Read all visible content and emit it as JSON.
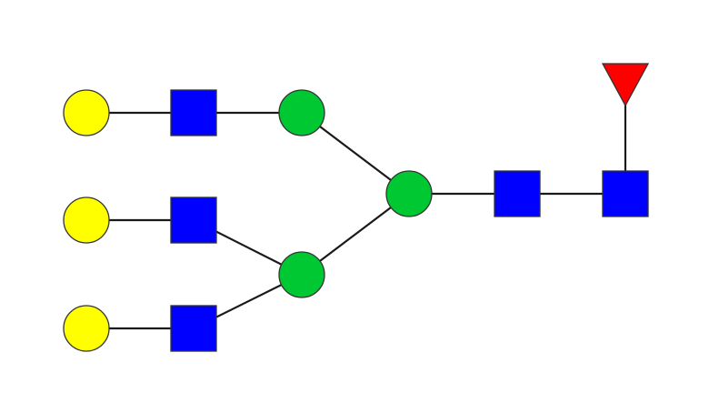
{
  "palette": {
    "galactose": "#ffff00",
    "n_acetylglucosamine": "#0000ff",
    "mannose": "#00c832",
    "fucose": "#ff0000",
    "outline": "#333333",
    "bond": "#1a1a1a",
    "background": "#ffffff"
  },
  "glycan": {
    "residues": [
      {
        "id": "gal-1",
        "symbol": "yellow-circle",
        "monosaccharide": "galactose"
      },
      {
        "id": "glcnac-1",
        "symbol": "blue-square",
        "monosaccharide": "n_acetylglucosamine"
      },
      {
        "id": "man-upper",
        "symbol": "green-circle",
        "monosaccharide": "mannose"
      },
      {
        "id": "gal-2",
        "symbol": "yellow-circle",
        "monosaccharide": "galactose"
      },
      {
        "id": "glcnac-2",
        "symbol": "blue-square",
        "monosaccharide": "n_acetylglucosamine"
      },
      {
        "id": "gal-3",
        "symbol": "yellow-circle",
        "monosaccharide": "galactose"
      },
      {
        "id": "glcnac-3",
        "symbol": "blue-square",
        "monosaccharide": "n_acetylglucosamine"
      },
      {
        "id": "man-lower",
        "symbol": "green-circle",
        "monosaccharide": "mannose"
      },
      {
        "id": "man-core",
        "symbol": "green-circle",
        "monosaccharide": "mannose"
      },
      {
        "id": "glcnac-core-1",
        "symbol": "blue-square",
        "monosaccharide": "n_acetylglucosamine"
      },
      {
        "id": "glcnac-core-2",
        "symbol": "blue-square",
        "monosaccharide": "n_acetylglucosamine"
      },
      {
        "id": "fuc-1",
        "symbol": "red-triangle",
        "monosaccharide": "fucose"
      }
    ],
    "linkages": [
      [
        "gal-1",
        "glcnac-1"
      ],
      [
        "glcnac-1",
        "man-upper"
      ],
      [
        "gal-2",
        "glcnac-2"
      ],
      [
        "gal-3",
        "glcnac-3"
      ],
      [
        "glcnac-2",
        "man-lower"
      ],
      [
        "glcnac-3",
        "man-lower"
      ],
      [
        "man-upper",
        "man-core"
      ],
      [
        "man-lower",
        "man-core"
      ],
      [
        "man-core",
        "glcnac-core-1"
      ],
      [
        "glcnac-core-1",
        "glcnac-core-2"
      ],
      [
        "glcnac-core-2",
        "fuc-1"
      ]
    ]
  }
}
